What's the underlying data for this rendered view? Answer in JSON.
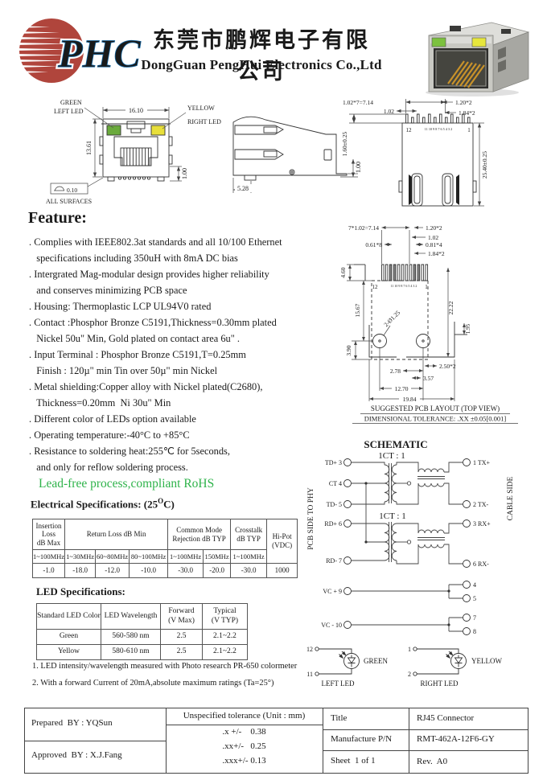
{
  "header": {
    "logo_text": "PHC",
    "company_cn": "东莞市鹏辉电子有限公司",
    "company_en": "DongGuan PengHui Electronics Co.,Ltd"
  },
  "colors": {
    "logo_red": "#b0453c",
    "logo_blue": "#2693d6",
    "led_green": "#6aaa3c",
    "led_yellow": "#e8df3a",
    "rohs_green": "#2eb34a"
  },
  "front_view": {
    "green": "GREEN",
    "left_led": "LEFT LED",
    "yellow": "YELLOW",
    "right_led": "RIGHT LED",
    "dim_width": "16.10",
    "dim_height": "13.61",
    "dim_standoff": "1.00",
    "flatness_value": "0.10",
    "all_surfaces": "ALL  SURFACES"
  },
  "side_view": {
    "dim_pitch": "5.28",
    "dim_standoff": "1.00"
  },
  "top_view": {
    "dim_pitch_total": "1.02*7=7.14",
    "dim_pitch": "1.02",
    "dim_a": "1.20*2",
    "dim_b": "1.84*2",
    "dim_height": "1.60±0.25",
    "dim_length": "25.40±0.25",
    "pin_first": "12",
    "pin_mid": "11 10 9 8 7 6 5 4 3 2",
    "pin_last": "1"
  },
  "pcb_layout": {
    "dims": {
      "pitch_total": "7*1.02=7.14",
      "a": "1.20*2",
      "pitch": "1.02",
      "c": "0.61*8",
      "d": "0.81*4",
      "e": "1.84*2",
      "f": "4.60",
      "g": "15.67",
      "h": "22.22",
      "i": "1.95",
      "j": "3.90",
      "hole": "2-Ø1.25",
      "k": "2.50*2",
      "l": "2.78",
      "m": "3.57",
      "n": "12.70",
      "o": "19.84"
    },
    "pin_first": "12",
    "pin_mid": "11 10 9 8 7 6 5 4 3 2",
    "pin_last": "1",
    "caption1": "SUGGESTED PCB LAYOUT (TOP VIEW)",
    "caption2": "DIMENSIONAL TOLERANCE: .XX  ±0.05[0.001]"
  },
  "feature": {
    "title": "Feature:",
    "items": [
      ". Complies with IEEE802.3at standards and all 10/100 Ethernet",
      "   specifications including 350uH with 8mA DC bias",
      ". Intergrated Mag-modular design provides higher reliability",
      "   and conserves minimizing PCB space",
      ". Housing: Thermoplastic LCP UL94V0 rated",
      ". Contact :Phosphor Bronze C5191,Thickness=0.30mm plated",
      "   Nickel 50u\" Min, Gold plated on contact area 6u\" .",
      ". Input Terminal : Phosphor Bronze C5191,T=0.25mm",
      "   Finish : 120µ\" min Tin over 50µ\" min Nickel",
      ". Metal shielding:Copper alloy with Nickel plated(C2680),",
      "   Thickness=0.20mm  Ni 30u\" Min",
      ". Different color of LEDs option available",
      ". Operating temperature:-40°C to +85°C",
      ". Resistance to soldering heat:255℃ for 5seconds,",
      "   and only for reflow soldering process."
    ],
    "rohs": "Lead-free process,compliant RoHS"
  },
  "schematic": {
    "title": "SCHEMATIC",
    "ratio1": "1CT : 1",
    "ratio2": "1CT : 1",
    "left_label": "PCB SIDE TO PHY",
    "right_label": "CABLE SIDE",
    "pins_left": [
      "TD+ 3",
      "CT 4",
      "TD- 5",
      "RD+ 6",
      "RD- 7",
      "VC + 9",
      "VC - 10"
    ],
    "pins_right": [
      "1 TX+",
      "2 TX-",
      "3 RX+",
      "6 RX-",
      "4",
      "5",
      "7",
      "8"
    ],
    "led_left_pin1": "12",
    "led_left_pin2": "11",
    "led_left_color": "GREEN",
    "led_left_caption": "LEFT LED",
    "led_right_pin1": "1",
    "led_right_pin2": "2",
    "led_right_color": "YELLOW",
    "led_right_caption": "RIGHT LED"
  },
  "electrical": {
    "title_pre": "Electrical Specifications: (25",
    "title_sup": "O",
    "title_post": "C)",
    "h_insertion": "Insertion\nLoss\ndB Max",
    "h_return": "Return Loss   dB Min",
    "h_cmr": "Common Mode\nRejection  dB TYP",
    "h_crosstalk": "Crosstalk\ndB TYP",
    "h_hipot": "Hi-Pot\n(VDC)",
    "freqs": [
      "1~100MHz",
      "1~30MHz",
      "60~80MHz",
      "80~100MHz",
      "1~100MHz",
      "150MHz",
      "1~100MHz"
    ],
    "values": [
      "-1.0",
      "-18.0",
      "-12.0",
      "-10.0",
      "-30.0",
      "-20.0",
      "-30.0",
      "1000"
    ]
  },
  "led_spec": {
    "title": "LED Specifications:",
    "headers": [
      "Standard LED Color",
      "LED Wavelength",
      "Forward\n(V Max)",
      "Typical\n(V TYP)"
    ],
    "rows": [
      [
        "Green",
        "560-580 nm",
        "2.5",
        "2.1~2.2"
      ],
      [
        "Yellow",
        "580-610 nm",
        "2.5",
        "2.1~2.2"
      ]
    ],
    "notes": [
      "1. LED intensity/wavelength measured with Photo research PR-650 colormeter",
      "2. With a forward Current of 20mA,absolute maximum ratings (Ta=25°)"
    ]
  },
  "title_block": {
    "prepared": "Prepared  BY : YQSun",
    "approved": "Approved  BY : X.J.Fang",
    "tol_header": "Unspecified tolerance (Unit : mm)",
    "tol_lines": [
      ".x +/-    0.38",
      ".xx+/-   0.25",
      ".xxx+/- 0.13"
    ],
    "title_label": "Title",
    "title_value": "RJ45 Connector",
    "pn_label": "Manufacture P/N",
    "pn_value": "RMT-462A-12F6-GY",
    "sheet_label": "Sheet  1 of 1",
    "rev_label": "Rev.  A0"
  }
}
